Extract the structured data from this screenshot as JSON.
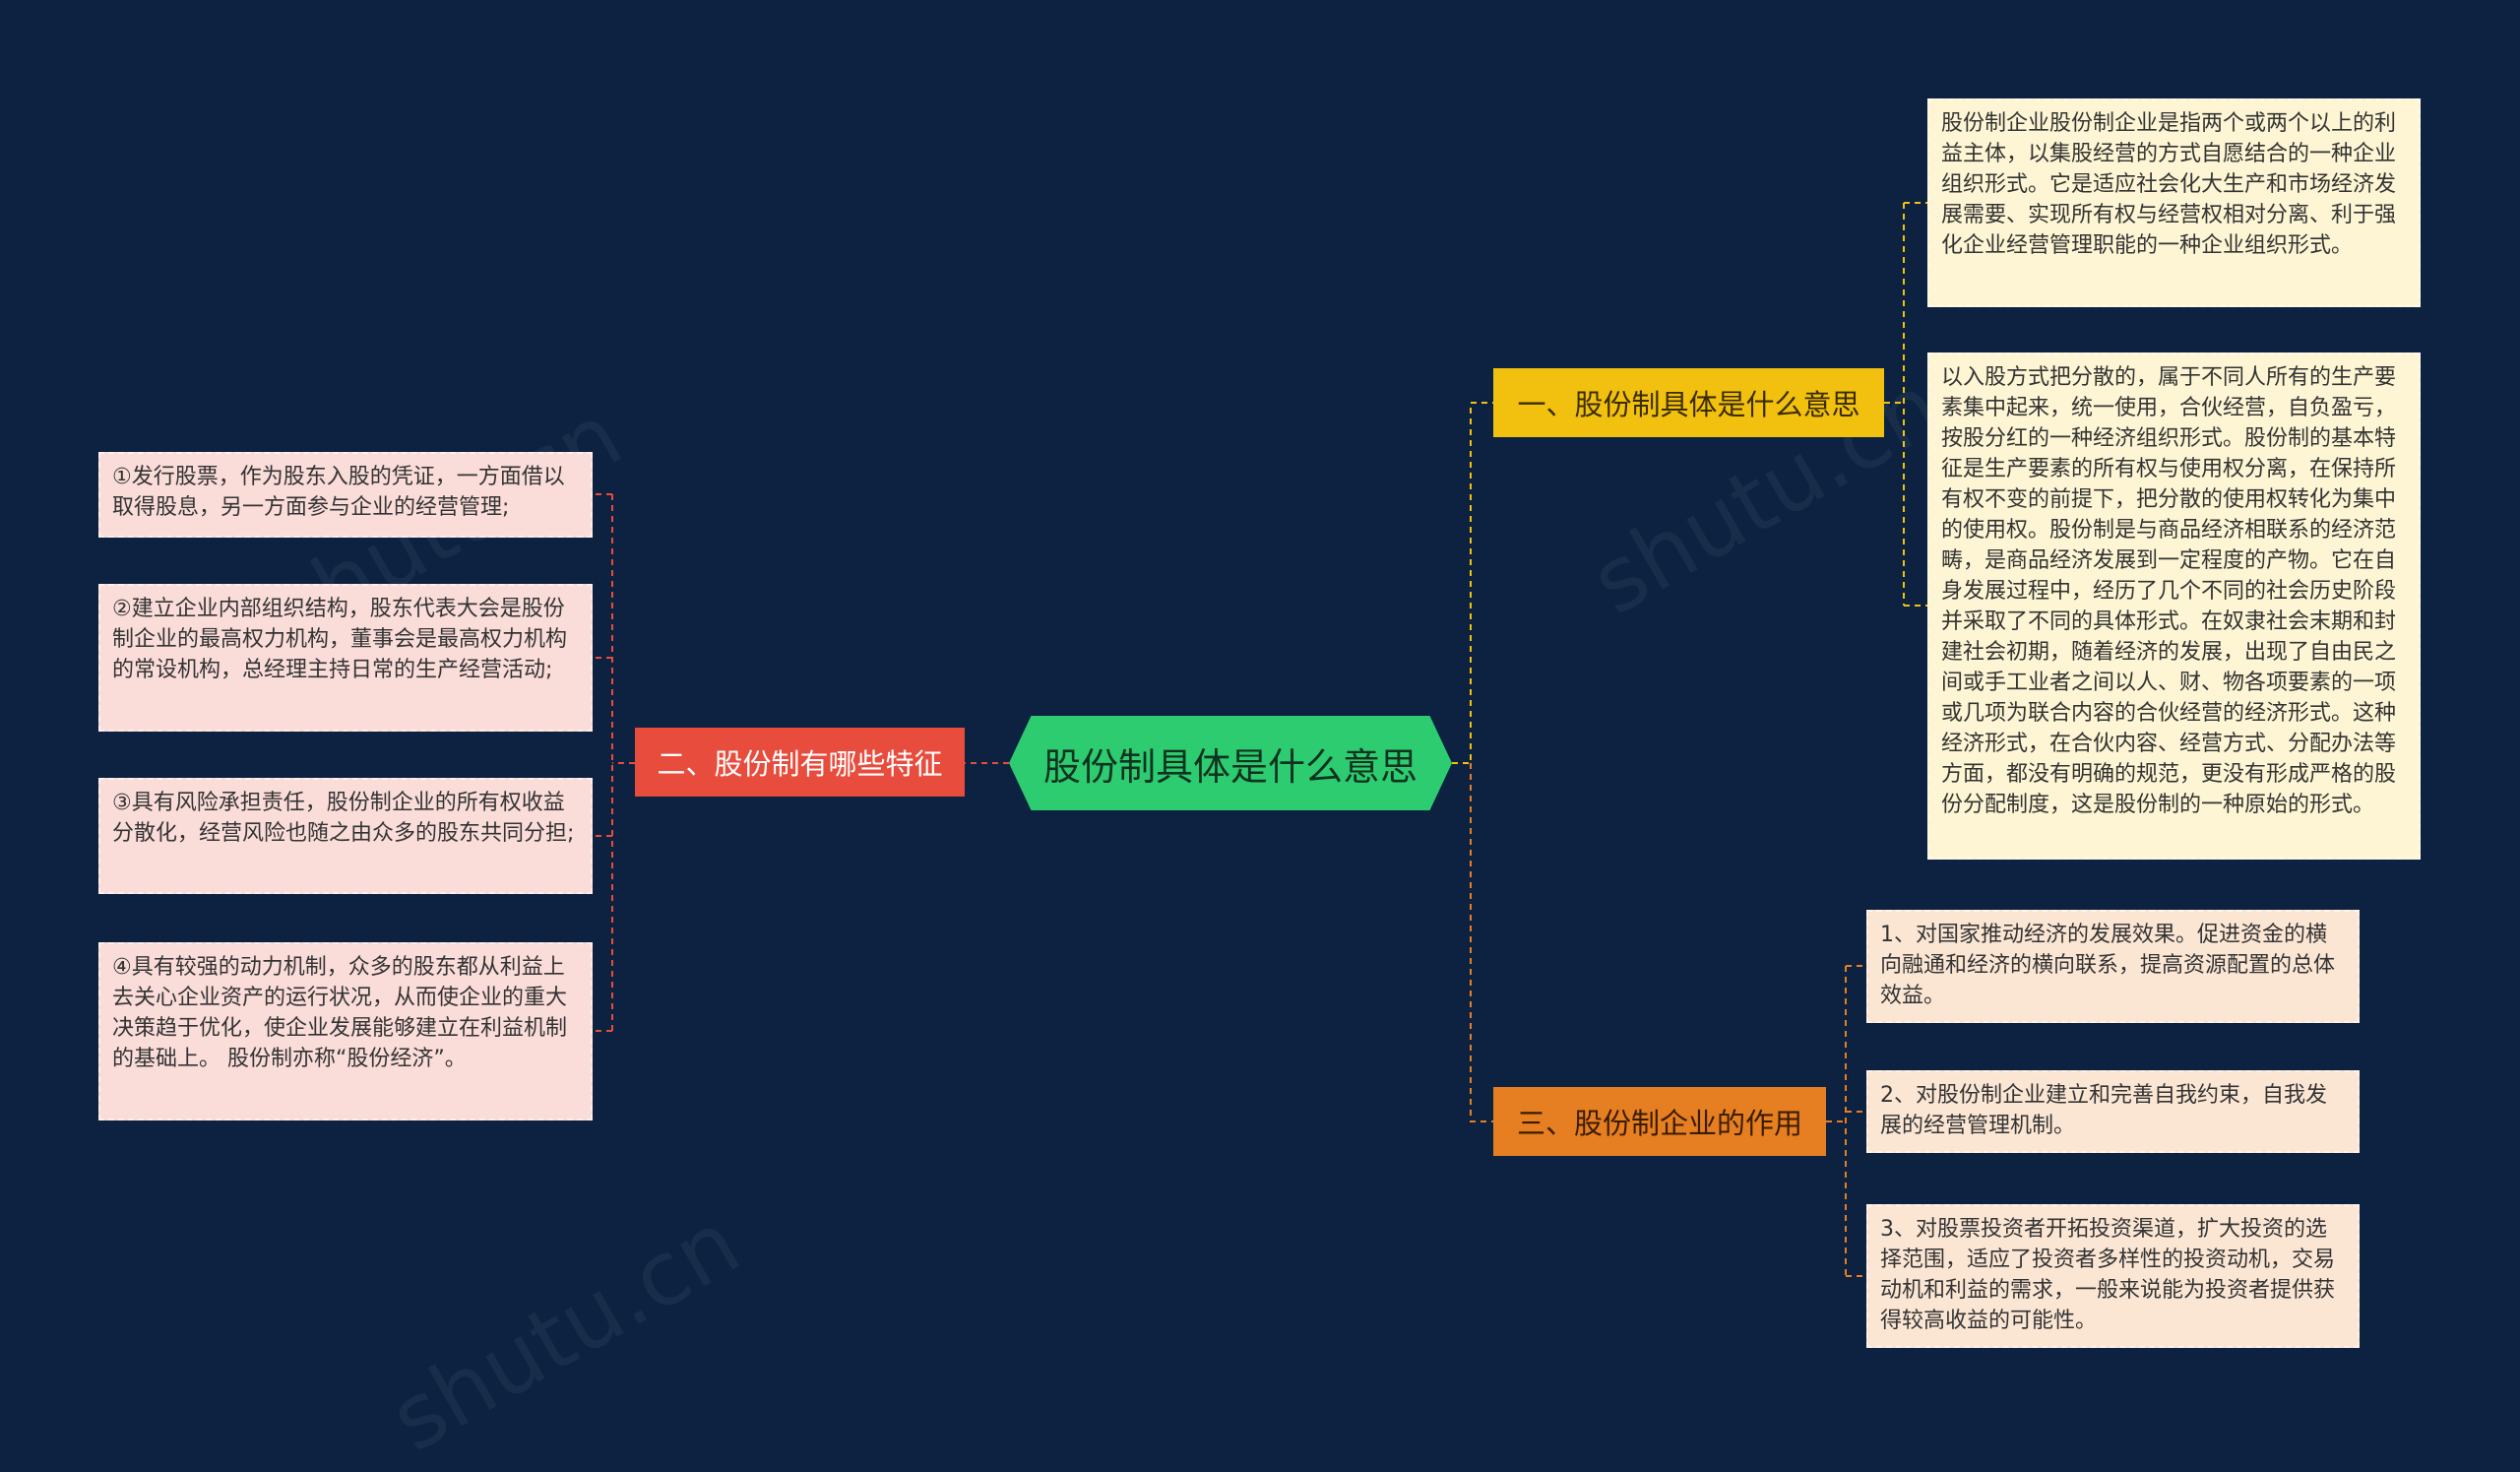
{
  "center": {
    "label": "股份制具体是什么意思"
  },
  "branches": [
    {
      "label": "一、股份制具体是什么意思",
      "items": [
        "股份制企业股份制企业是指两个或两个以上的利益主体，以集股经营的方式自愿结合的一种企业组织形式。它是适应社会化大生产和市场经济发展需要、实现所有权与经营权相对分离、利于强化企业经营管理职能的一种企业组织形式。",
        "以入股方式把分散的，属于不同人所有的生产要素集中起来，统一使用，合伙经营，自负盈亏，按股分红的一种经济组织形式。股份制的基本特征是生产要素的所有权与使用权分离，在保持所有权不变的前提下，把分散的使用权转化为集中的使用权。股份制是与商品经济相联系的经济范畴，是商品经济发展到一定程度的产物。它在自身发展过程中，经历了几个不同的社会历史阶段并采取了不同的具体形式。在奴隶社会末期和封建社会初期，随着经济的发展，出现了自由民之间或手工业者之间以人、财、物各项要素的一项或几项为联合内容的合伙经营的经济形式。这种经济形式，在合伙内容、经营方式、分配办法等方面，都没有明确的规范，更没有形成严格的股份分配制度，这是股份制的一种原始的形式。"
      ]
    },
    {
      "label": "二、股份制有哪些特征",
      "items": [
        "①发行股票，作为股东入股的凭证，一方面借以取得股息，另一方面参与企业的经营管理;",
        "②建立企业内部组织结构，股东代表大会是股份制企业的最高权力机构，董事会是最高权力机构的常设机构，总经理主持日常的生产经营活动;",
        "③具有风险承担责任，股份制企业的所有权收益分散化，经营风险也随之由众多的股东共同分担;",
        "④具有较强的动力机制，众多的股东都从利益上去关心企业资产的运行状况，从而使企业的重大决策趋于优化，使企业发展能够建立在利益机制的基础上。 股份制亦称“股份经济”。"
      ]
    },
    {
      "label": "三、股份制企业的作用",
      "items": [
        "1、对国家推动经济的发展效果。促进资金的横向融通和经济的横向联系，提高资源配置的总体效益。",
        "2、对股份制企业建立和完善自我约束，自我发展的经营管理机制。",
        "3、对股票投资者开拓投资渠道，扩大投资的选择范围，适应了投资者多样性的投资动机，交易动机和利益的需求，一般来说能为投资者提供获得较高收益的可能性。"
      ]
    }
  ],
  "colors": {
    "background": "#0c2240",
    "center": "#2ecc71",
    "branch1": "#f2c10f",
    "branch2": "#e74c3c",
    "branch3": "#e67e22"
  }
}
